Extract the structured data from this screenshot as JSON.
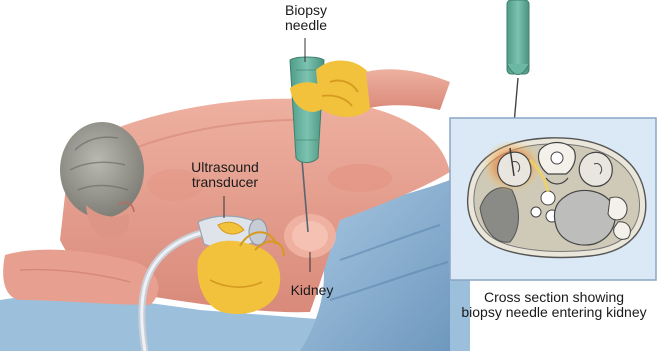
{
  "labels": {
    "biopsy_needle": [
      "Biopsy",
      "needle"
    ],
    "ultrasound_transducer": [
      "Ultrasound",
      "transducer"
    ],
    "kidney": "Kidney",
    "cross_section": [
      "Cross section showing",
      "biopsy needle entering kidney"
    ]
  },
  "colors": {
    "skin": "#e9a391",
    "skin_shadow": "#d98a7a",
    "hair": "#9a9a92",
    "glove": "#f0c23a",
    "glove_shadow": "#d69a1e",
    "needle_handle": "#5fae9a",
    "sheet": "#8fb8d8",
    "sheet_shadow": "#6f98be",
    "inset_bg": "#dbe9f6",
    "inset_border": "#8aa6c4",
    "kidney_zone": "#f2b2a2"
  }
}
